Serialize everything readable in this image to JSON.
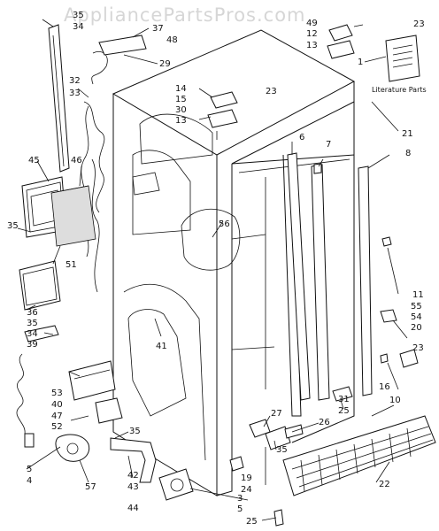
{
  "watermark": "AppliancePartsPros.com",
  "literature_caption": "Literature Parts",
  "callouts": [
    {
      "id": "c35a",
      "text": "35"
    },
    {
      "id": "c34a",
      "text": "34"
    },
    {
      "id": "c37",
      "text": "37"
    },
    {
      "id": "c48",
      "text": "48"
    },
    {
      "id": "c29",
      "text": "29"
    },
    {
      "id": "c32",
      "text": "32"
    },
    {
      "id": "c33",
      "text": "33"
    },
    {
      "id": "c45",
      "text": "45"
    },
    {
      "id": "c46",
      "text": "46"
    },
    {
      "id": "c35b",
      "text": "35"
    },
    {
      "id": "c51",
      "text": "51"
    },
    {
      "id": "c36",
      "text": "36"
    },
    {
      "id": "c35c",
      "text": "35"
    },
    {
      "id": "c34b",
      "text": "34"
    },
    {
      "id": "c39",
      "text": "39"
    },
    {
      "id": "c53",
      "text": "53"
    },
    {
      "id": "c40",
      "text": "40"
    },
    {
      "id": "c47",
      "text": "47"
    },
    {
      "id": "c52",
      "text": "52"
    },
    {
      "id": "c5a",
      "text": "5"
    },
    {
      "id": "c4",
      "text": "4"
    },
    {
      "id": "c57",
      "text": "57"
    },
    {
      "id": "c35d",
      "text": "35"
    },
    {
      "id": "c42",
      "text": "42"
    },
    {
      "id": "c43",
      "text": "43"
    },
    {
      "id": "c44",
      "text": "44"
    },
    {
      "id": "c3",
      "text": "3"
    },
    {
      "id": "c5b",
      "text": "5"
    },
    {
      "id": "c25a",
      "text": "25"
    },
    {
      "id": "c41",
      "text": "41"
    },
    {
      "id": "c56",
      "text": "56"
    },
    {
      "id": "c14",
      "text": "14"
    },
    {
      "id": "c15",
      "text": "15"
    },
    {
      "id": "c30",
      "text": "30"
    },
    {
      "id": "c13a",
      "text": "13"
    },
    {
      "id": "c23a",
      "text": "23"
    },
    {
      "id": "c49",
      "text": "49"
    },
    {
      "id": "c12",
      "text": "12"
    },
    {
      "id": "c13b",
      "text": "13"
    },
    {
      "id": "c23b",
      "text": "23"
    },
    {
      "id": "c1",
      "text": "1"
    },
    {
      "id": "c21",
      "text": "21"
    },
    {
      "id": "c6",
      "text": "6"
    },
    {
      "id": "c7",
      "text": "7"
    },
    {
      "id": "c8",
      "text": "8"
    },
    {
      "id": "c11",
      "text": "11"
    },
    {
      "id": "c55",
      "text": "55"
    },
    {
      "id": "c54",
      "text": "54"
    },
    {
      "id": "c20",
      "text": "20"
    },
    {
      "id": "c23c",
      "text": "23"
    },
    {
      "id": "c16",
      "text": "16"
    },
    {
      "id": "c10",
      "text": "10"
    },
    {
      "id": "c31",
      "text": "31"
    },
    {
      "id": "c25b",
      "text": "25"
    },
    {
      "id": "c26",
      "text": "26"
    },
    {
      "id": "c27",
      "text": "27"
    },
    {
      "id": "c35e",
      "text": "35"
    },
    {
      "id": "c19",
      "text": "19"
    },
    {
      "id": "c24",
      "text": "24"
    },
    {
      "id": "c22",
      "text": "22"
    }
  ]
}
